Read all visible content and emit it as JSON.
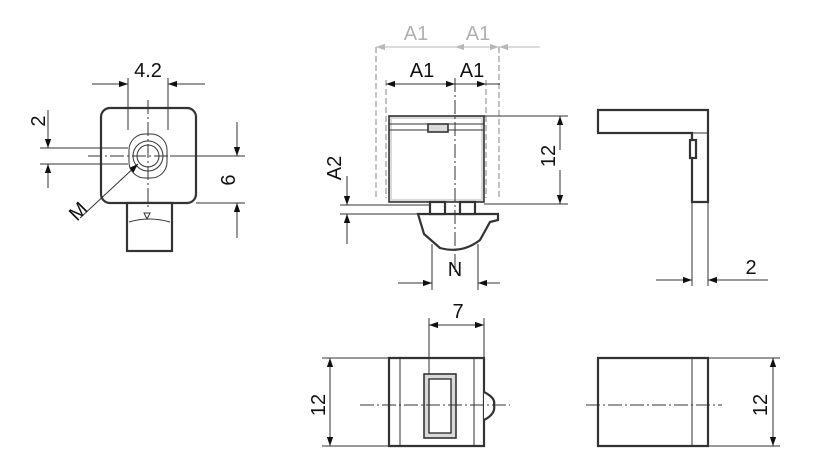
{
  "dimensions": {
    "front_width": "4.2",
    "front_offset": "2",
    "front_height": "6",
    "thread": "M",
    "a1_ghost_left": "A1",
    "a1_ghost_right": "A1",
    "a1_left": "A1",
    "a1_right": "A1",
    "a2": "A2",
    "n_width": "N",
    "side_height": "12",
    "side_thickness": "2",
    "top_width": "7",
    "top_height_left": "12",
    "top_height_right": "12"
  },
  "colors": {
    "line": "#333333",
    "ghost": "#b0b0b0",
    "hidden": "#9a9a9a",
    "fill": "#d9d9d9"
  }
}
